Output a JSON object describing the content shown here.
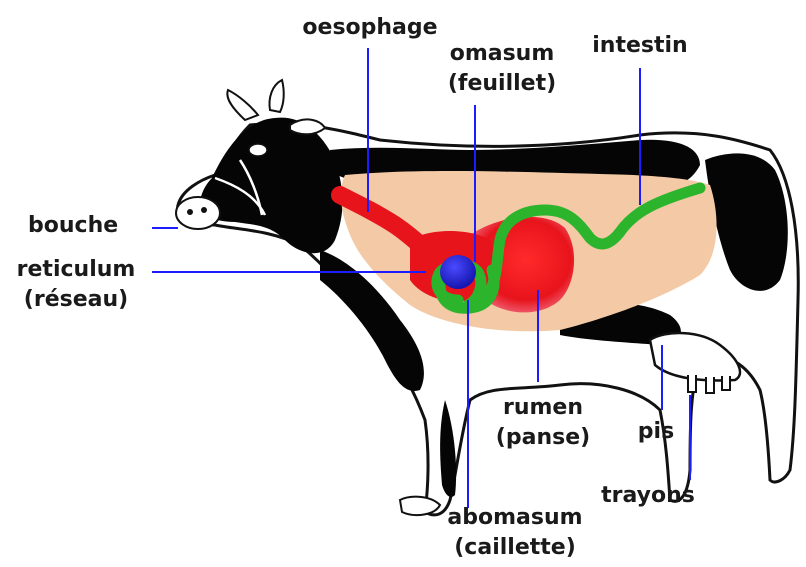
{
  "labels": {
    "oesophage": "oesophage",
    "omasum": "omasum",
    "omasum_fr": "(feuillet)",
    "intestin": "intestin",
    "bouche": "bouche",
    "reticulum": "reticulum",
    "reticulum_fr": "(réseau)",
    "rumen": "rumen",
    "rumen_fr": "(panse)",
    "pis": "pis",
    "trayons": "trayons",
    "abomasum": "abomasum",
    "abomasum_fr": "(caillette)"
  },
  "colors": {
    "stomach_area": "#f3c9a6",
    "rumen": "#e8141c",
    "omasum": "#2a2ad0",
    "intestine": "#2cb52c",
    "leader_line": "#1c1cff",
    "body_black": "#050505",
    "outline": "#111111"
  }
}
